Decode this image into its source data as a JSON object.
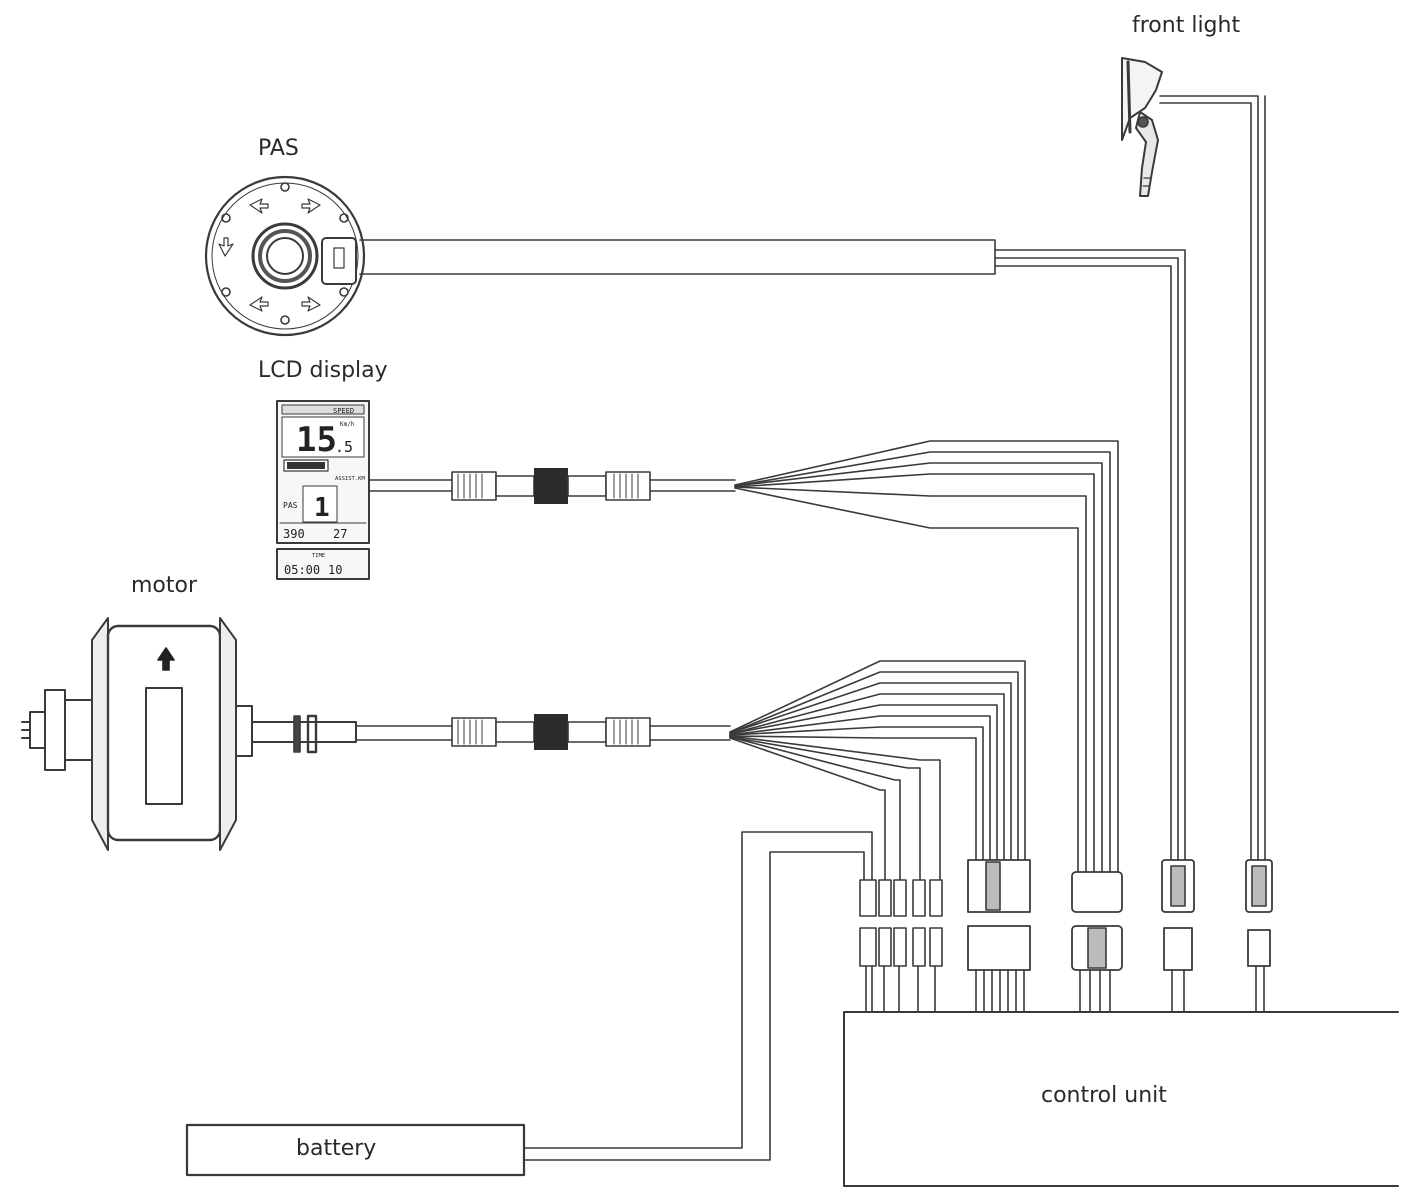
{
  "labels": {
    "front_light": "front light",
    "pas": "PAS",
    "lcd_display": "LCD display",
    "motor": "motor",
    "control_unit": "control unit",
    "battery": "battery"
  },
  "lcd_screen": {
    "header": "SPEED",
    "speed_main": "15",
    "speed_decimal": ".5",
    "speed_unit": "Km/h",
    "battery_caption": "ASSIST.KM",
    "pas_label": "PAS",
    "pas_level": "1",
    "bottom_left": "390",
    "bottom_right": "27",
    "time_caption": "TIME",
    "time_value": "05:00",
    "time_extra": "10"
  },
  "colors": {
    "line": "#3a3a3a",
    "connector_dark": "#2b2b2b",
    "background": "#ffffff"
  }
}
